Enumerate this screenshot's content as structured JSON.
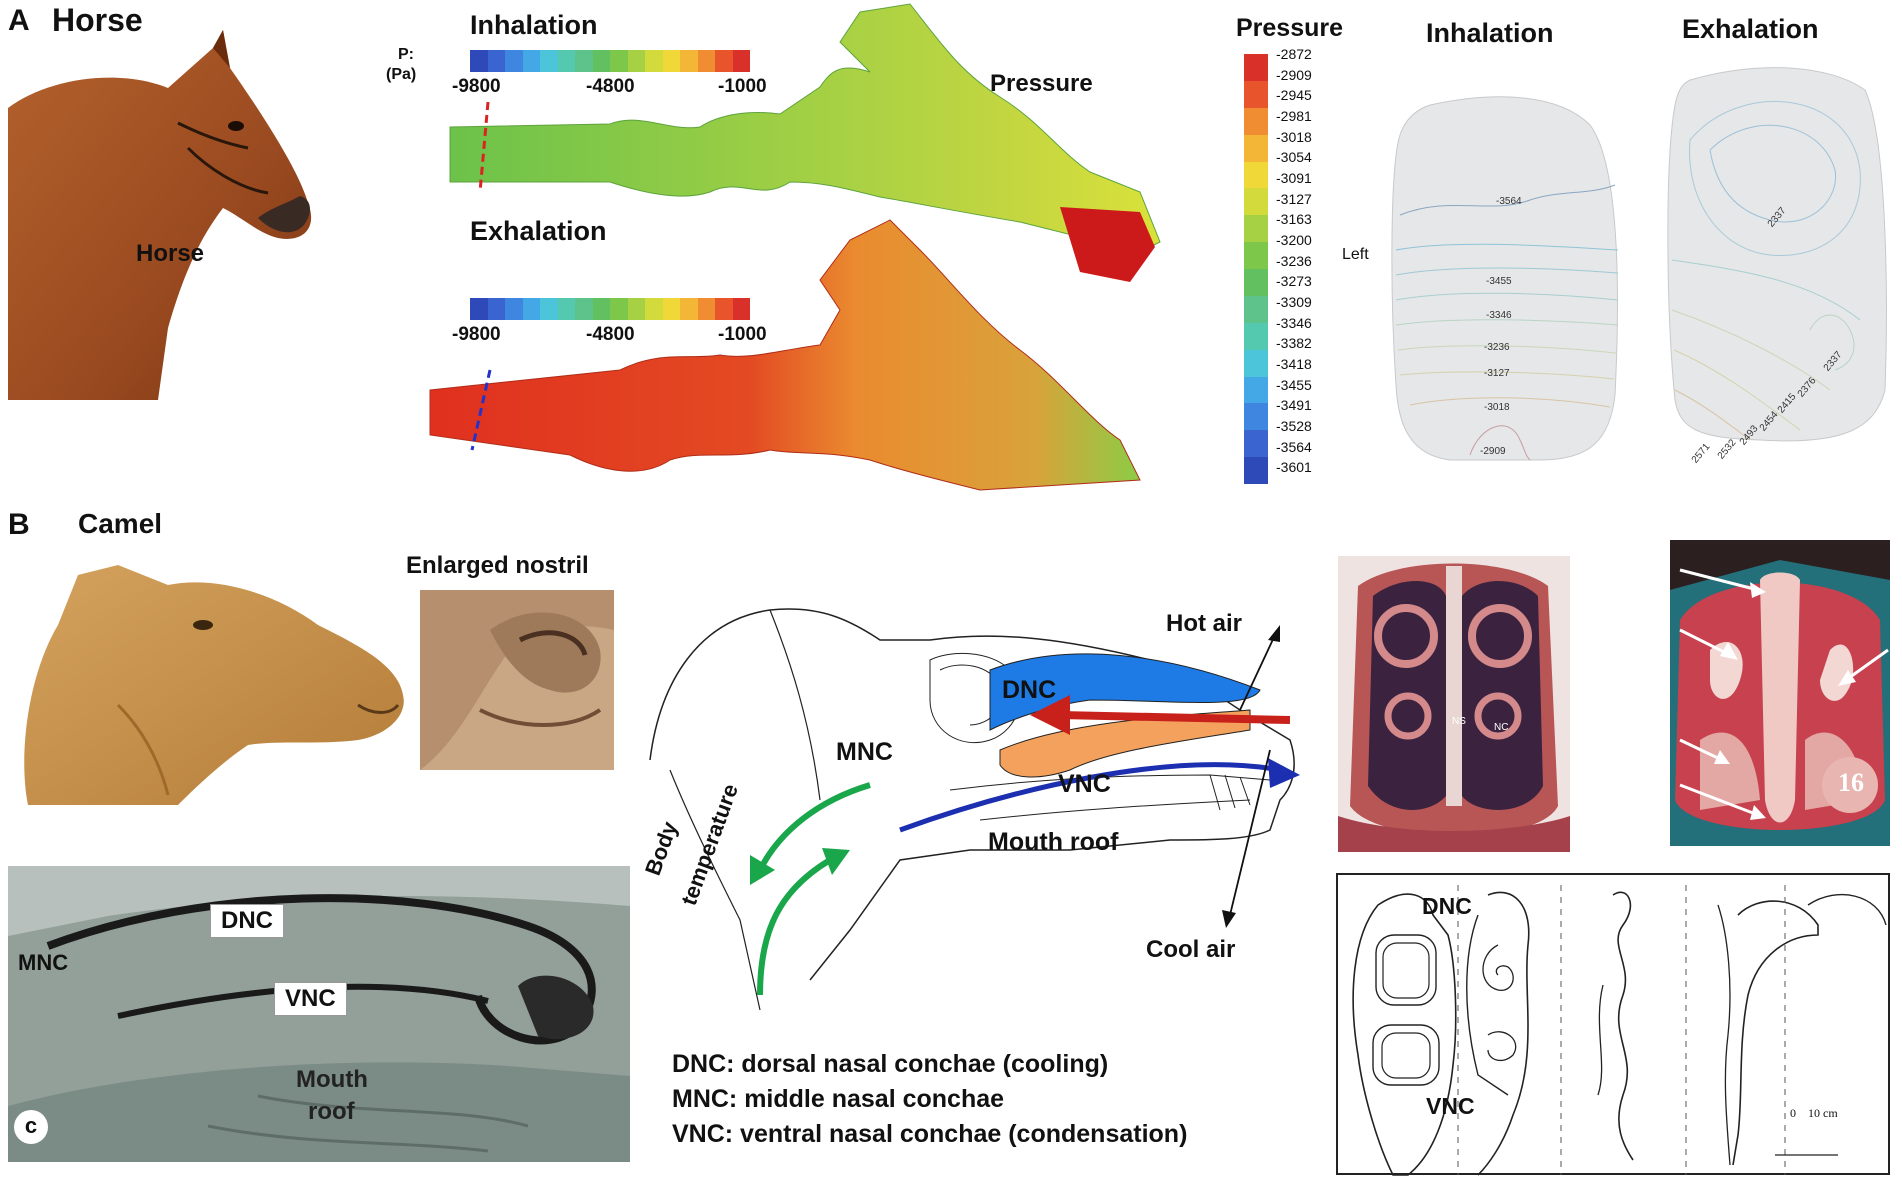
{
  "panel_a": {
    "letter": "A",
    "animal": "Horse",
    "photo_label": "Horse",
    "inhalation_title": "Inhalation",
    "exhalation_title": "Exhalation",
    "p_label_1": "P:",
    "p_label_2": "(Pa)",
    "scale_min": "-9800",
    "scale_mid": "-4800",
    "scale_max": "-1000",
    "pressure_label": "Pressure",
    "contour_legend_title": "Pressure",
    "contour_legend_values": [
      "-2872",
      "-2909",
      "-2945",
      "-2981",
      "-3018",
      "-3054",
      "-3091",
      "-3127",
      "-3163",
      "-3200",
      "-3236",
      "-3273",
      "-3309",
      "-3346",
      "-3382",
      "-3418",
      "-3455",
      "-3491",
      "-3528",
      "-3564",
      "-3601"
    ],
    "contour_inhalation_title": "Inhalation",
    "contour_exhalation_title": "Exhalation",
    "left_label": "Left",
    "inhalation_contour_labels": [
      "-3564",
      "-3455",
      "-3346",
      "-3236",
      "-3127",
      "-3018",
      "-2909"
    ],
    "exhalation_contour_labels": [
      "2337",
      "2337",
      "2376",
      "2415",
      "2454",
      "2493",
      "2532",
      "2571"
    ]
  },
  "panel_b": {
    "letter": "B",
    "animal": "Camel",
    "nostril_label": "Enlarged nostril",
    "photo_dnc": "DNC",
    "photo_mnc": "MNC",
    "photo_vnc": "VNC",
    "photo_mouth_1": "Mouth",
    "photo_mouth_2": "roof",
    "photo_c": "c",
    "diag_dnc": "DNC",
    "diag_mnc": "MNC",
    "diag_vnc": "VNC",
    "diag_mouth": "Mouth roof",
    "hot_air": "Hot air",
    "cool_air": "Cool air",
    "body_temp_1": "Body",
    "body_temp_2": "temperature",
    "legend": [
      "DNC: dorsal nasal conchae (cooling)",
      "MNC: middle nasal conchae",
      "VNC: ventral nasal conchae (condensation)"
    ],
    "section_ns": "NS",
    "section_nc": "NC",
    "section_number": "16",
    "sketch_dnc": "DNC",
    "sketch_vnc": "VNC",
    "sketch_scale": "0    10 cm"
  },
  "colors": {
    "horse_brown": "#a0522d",
    "camel_tan": "#c9974f",
    "hot_red": "#c8201a",
    "cool_blue": "#1c2fb0",
    "green_arrow": "#1aa64b",
    "dnc_blue": "#1e7be6",
    "vnc_orange": "#f3a15c"
  }
}
